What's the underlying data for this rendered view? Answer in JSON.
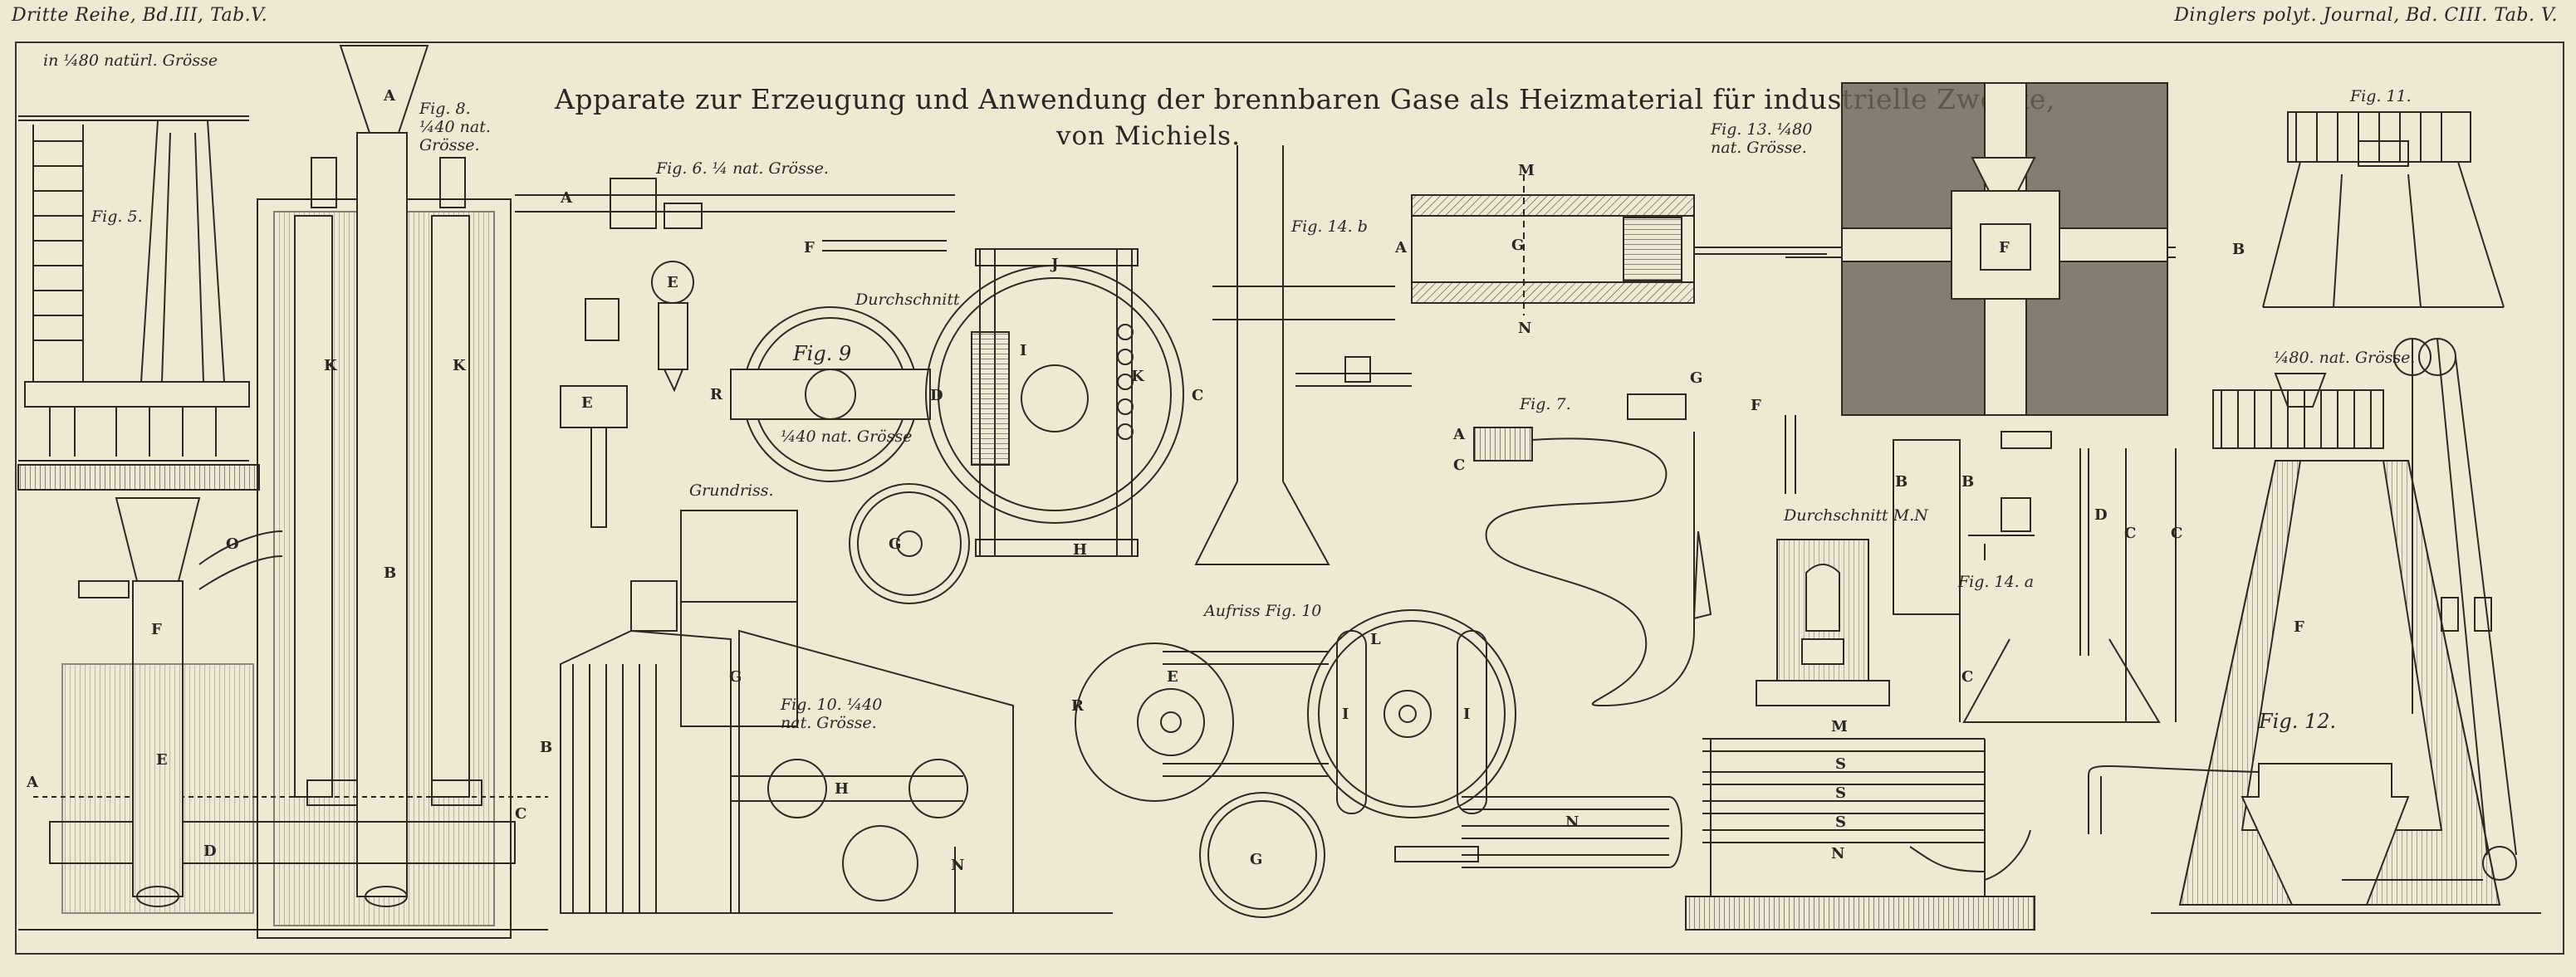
{
  "header": {
    "left": "Dritte Reihe, Bd.III, Tab.V.",
    "right": "Dinglers polyt. Journal, Bd. CIII. Tab. V."
  },
  "title": {
    "line1": "Apparate zur Erzeugung und Anwendung der brennbaren Gase als Heizmaterial für industrielle Zwecke,",
    "line2": "von Michiels."
  },
  "figures": {
    "fig5_scale": "in ¼80 natürl. Grösse",
    "fig5": "Fig. 5.",
    "fig8": "Fig. 8. ¼40 nat. Grösse.",
    "fig6": "Fig. 6. ¼ nat. Grösse.",
    "fig9": "Fig. 9",
    "fig9_scale": "¼40 nat. Grösse",
    "durchschnitt": "Durchschnitt",
    "grundriss": "Grundriss.",
    "fig10": "Fig. 10. ¼40 nat. Grösse.",
    "fig14b": "Fig. 14. b",
    "fig10_aufriss": "Aufriss Fig. 10",
    "fig7": "Fig. 7.",
    "fig13": "Fig. 13. ¼80 nat. Grösse.",
    "durchschnitt_mn": "Durchschnitt M.N",
    "fig14a": "Fig. 14. a",
    "fig11": "Fig. 11.",
    "fig12": "Fig. 12.",
    "fig12_scale": "¼80. nat. Grösse."
  },
  "letters": [
    "A",
    "B",
    "C",
    "D",
    "E",
    "F",
    "G",
    "H",
    "I",
    "J",
    "K",
    "L",
    "M",
    "N",
    "O",
    "R",
    "S"
  ]
}
